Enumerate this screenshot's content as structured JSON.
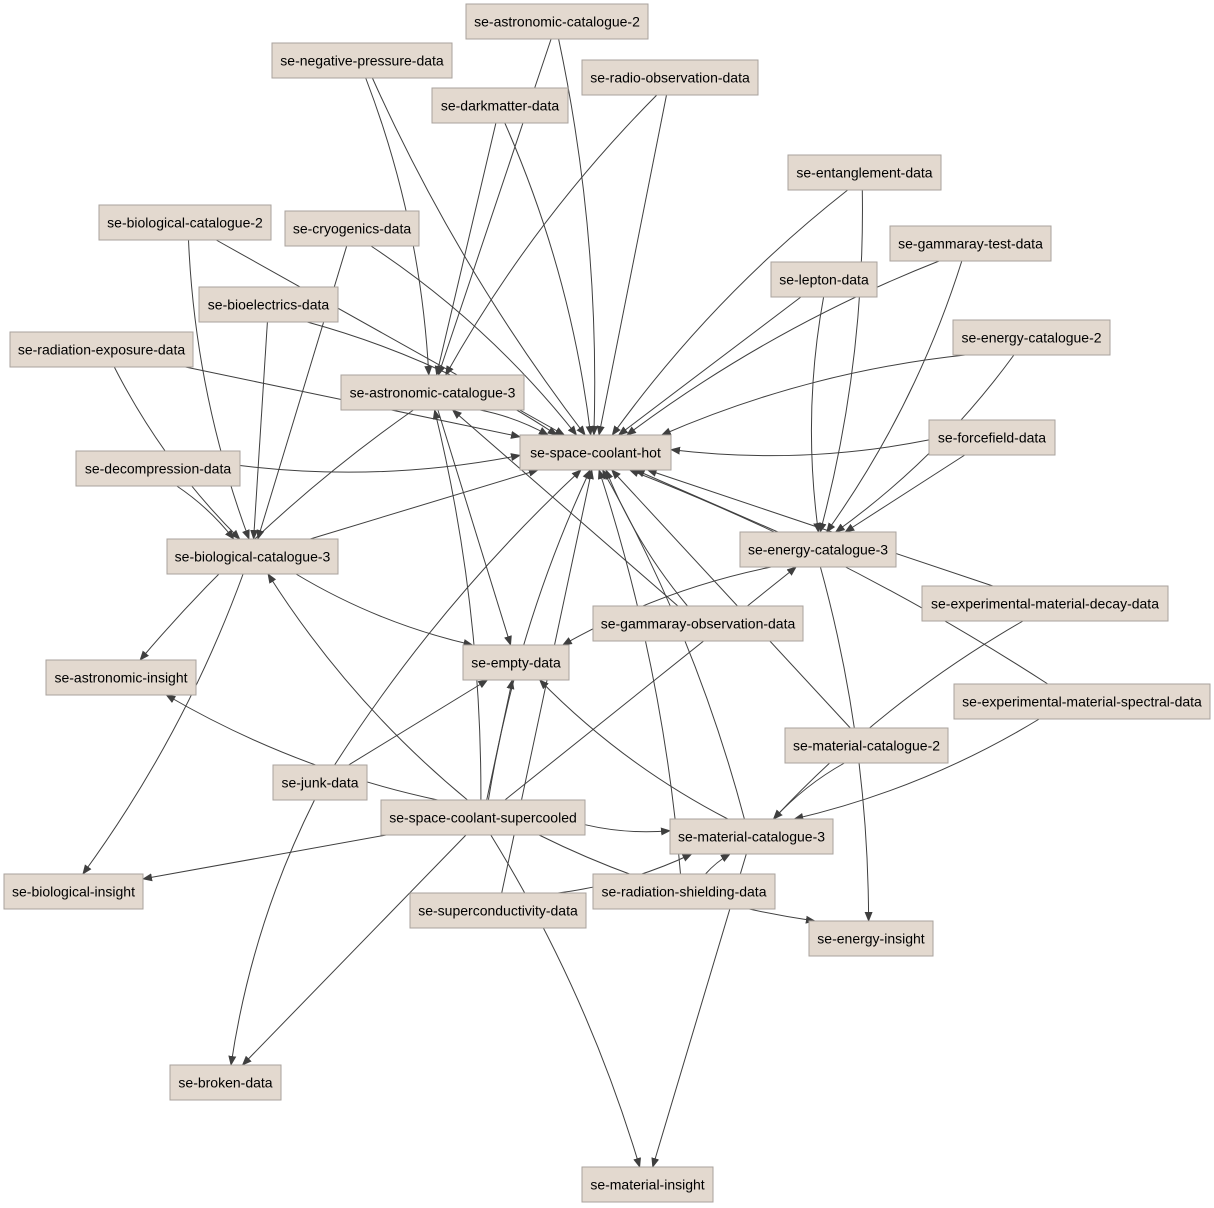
{
  "diagram": {
    "nodes": [
      {
        "id": "se-astronomic-catalogue-2",
        "label": "se-astronomic-catalogue-2"
      },
      {
        "id": "se-negative-pressure-data",
        "label": "se-negative-pressure-data"
      },
      {
        "id": "se-radio-observation-data",
        "label": "se-radio-observation-data"
      },
      {
        "id": "se-darkmatter-data",
        "label": "se-darkmatter-data"
      },
      {
        "id": "se-entanglement-data",
        "label": "se-entanglement-data"
      },
      {
        "id": "se-biological-catalogue-2",
        "label": "se-biological-catalogue-2"
      },
      {
        "id": "se-cryogenics-data",
        "label": "se-cryogenics-data"
      },
      {
        "id": "se-gammaray-test-data",
        "label": "se-gammaray-test-data"
      },
      {
        "id": "se-lepton-data",
        "label": "se-lepton-data"
      },
      {
        "id": "se-bioelectrics-data",
        "label": "se-bioelectrics-data"
      },
      {
        "id": "se-energy-catalogue-2",
        "label": "se-energy-catalogue-2"
      },
      {
        "id": "se-radiation-exposure-data",
        "label": "se-radiation-exposure-data"
      },
      {
        "id": "se-astronomic-catalogue-3",
        "label": "se-astronomic-catalogue-3"
      },
      {
        "id": "se-forcefield-data",
        "label": "se-forcefield-data"
      },
      {
        "id": "se-space-coolant-hot",
        "label": "se-space-coolant-hot"
      },
      {
        "id": "se-decompression-data",
        "label": "se-decompression-data"
      },
      {
        "id": "se-energy-catalogue-3",
        "label": "se-energy-catalogue-3"
      },
      {
        "id": "se-biological-catalogue-3",
        "label": "se-biological-catalogue-3"
      },
      {
        "id": "se-experimental-material-decay-data",
        "label": "se-experimental-material-decay-data"
      },
      {
        "id": "se-gammaray-observation-data",
        "label": "se-gammaray-observation-data"
      },
      {
        "id": "se-empty-data",
        "label": "se-empty-data"
      },
      {
        "id": "se-astronomic-insight",
        "label": "se-astronomic-insight"
      },
      {
        "id": "se-experimental-material-spectral-data",
        "label": "se-experimental-material-spectral-data"
      },
      {
        "id": "se-material-catalogue-2",
        "label": "se-material-catalogue-2"
      },
      {
        "id": "se-junk-data",
        "label": "se-junk-data"
      },
      {
        "id": "se-space-coolant-supercooled",
        "label": "se-space-coolant-supercooled"
      },
      {
        "id": "se-material-catalogue-3",
        "label": "se-material-catalogue-3"
      },
      {
        "id": "se-biological-insight",
        "label": "se-biological-insight"
      },
      {
        "id": "se-radiation-shielding-data",
        "label": "se-radiation-shielding-data"
      },
      {
        "id": "se-superconductivity-data",
        "label": "se-superconductivity-data"
      },
      {
        "id": "se-energy-insight",
        "label": "se-energy-insight"
      },
      {
        "id": "se-broken-data",
        "label": "se-broken-data"
      },
      {
        "id": "se-material-insight",
        "label": "se-material-insight"
      }
    ],
    "edges": [
      {
        "from": "se-astronomic-catalogue-2",
        "to": "se-space-coolant-hot"
      },
      {
        "from": "se-astronomic-catalogue-2",
        "to": "se-astronomic-catalogue-3"
      },
      {
        "from": "se-negative-pressure-data",
        "to": "se-space-coolant-hot"
      },
      {
        "from": "se-negative-pressure-data",
        "to": "se-astronomic-catalogue-3"
      },
      {
        "from": "se-radio-observation-data",
        "to": "se-space-coolant-hot"
      },
      {
        "from": "se-radio-observation-data",
        "to": "se-astronomic-catalogue-3"
      },
      {
        "from": "se-darkmatter-data",
        "to": "se-space-coolant-hot"
      },
      {
        "from": "se-darkmatter-data",
        "to": "se-astronomic-catalogue-3"
      },
      {
        "from": "se-entanglement-data",
        "to": "se-space-coolant-hot"
      },
      {
        "from": "se-entanglement-data",
        "to": "se-energy-catalogue-3"
      },
      {
        "from": "se-biological-catalogue-2",
        "to": "se-space-coolant-hot"
      },
      {
        "from": "se-biological-catalogue-2",
        "to": "se-biological-catalogue-3"
      },
      {
        "from": "se-cryogenics-data",
        "to": "se-space-coolant-hot"
      },
      {
        "from": "se-cryogenics-data",
        "to": "se-biological-catalogue-3"
      },
      {
        "from": "se-gammaray-test-data",
        "to": "se-space-coolant-hot"
      },
      {
        "from": "se-gammaray-test-data",
        "to": "se-energy-catalogue-3"
      },
      {
        "from": "se-lepton-data",
        "to": "se-space-coolant-hot"
      },
      {
        "from": "se-lepton-data",
        "to": "se-energy-catalogue-3"
      },
      {
        "from": "se-bioelectrics-data",
        "to": "se-space-coolant-hot"
      },
      {
        "from": "se-bioelectrics-data",
        "to": "se-biological-catalogue-3"
      },
      {
        "from": "se-energy-catalogue-2",
        "to": "se-space-coolant-hot"
      },
      {
        "from": "se-energy-catalogue-2",
        "to": "se-energy-catalogue-3"
      },
      {
        "from": "se-radiation-exposure-data",
        "to": "se-space-coolant-hot"
      },
      {
        "from": "se-radiation-exposure-data",
        "to": "se-biological-catalogue-3"
      },
      {
        "from": "se-astronomic-catalogue-3",
        "to": "se-space-coolant-hot"
      },
      {
        "from": "se-astronomic-catalogue-3",
        "to": "se-empty-data"
      },
      {
        "from": "se-astronomic-catalogue-3",
        "to": "se-astronomic-insight"
      },
      {
        "from": "se-forcefield-data",
        "to": "se-space-coolant-hot"
      },
      {
        "from": "se-forcefield-data",
        "to": "se-energy-catalogue-3"
      },
      {
        "from": "se-decompression-data",
        "to": "se-space-coolant-hot"
      },
      {
        "from": "se-decompression-data",
        "to": "se-biological-catalogue-3"
      },
      {
        "from": "se-energy-catalogue-3",
        "to": "se-space-coolant-hot"
      },
      {
        "from": "se-energy-catalogue-3",
        "to": "se-empty-data"
      },
      {
        "from": "se-energy-catalogue-3",
        "to": "se-energy-insight"
      },
      {
        "from": "se-biological-catalogue-3",
        "to": "se-space-coolant-hot"
      },
      {
        "from": "se-biological-catalogue-3",
        "to": "se-empty-data"
      },
      {
        "from": "se-biological-catalogue-3",
        "to": "se-biological-insight"
      },
      {
        "from": "se-experimental-material-decay-data",
        "to": "se-space-coolant-hot"
      },
      {
        "from": "se-experimental-material-decay-data",
        "to": "se-material-catalogue-3"
      },
      {
        "from": "se-gammaray-observation-data",
        "to": "se-space-coolant-hot"
      },
      {
        "from": "se-gammaray-observation-data",
        "to": "se-astronomic-catalogue-3"
      },
      {
        "from": "se-experimental-material-spectral-data",
        "to": "se-space-coolant-hot"
      },
      {
        "from": "se-experimental-material-spectral-data",
        "to": "se-material-catalogue-3"
      },
      {
        "from": "se-material-catalogue-2",
        "to": "se-space-coolant-hot"
      },
      {
        "from": "se-material-catalogue-2",
        "to": "se-material-catalogue-3"
      },
      {
        "from": "se-junk-data",
        "to": "se-space-coolant-hot"
      },
      {
        "from": "se-junk-data",
        "to": "se-empty-data"
      },
      {
        "from": "se-junk-data",
        "to": "se-broken-data"
      },
      {
        "from": "se-space-coolant-supercooled",
        "to": "se-space-coolant-hot"
      },
      {
        "from": "se-space-coolant-supercooled",
        "to": "se-empty-data"
      },
      {
        "from": "se-space-coolant-supercooled",
        "to": "se-astronomic-catalogue-3"
      },
      {
        "from": "se-space-coolant-supercooled",
        "to": "se-biological-catalogue-3"
      },
      {
        "from": "se-space-coolant-supercooled",
        "to": "se-energy-catalogue-3"
      },
      {
        "from": "se-space-coolant-supercooled",
        "to": "se-material-catalogue-3"
      },
      {
        "from": "se-space-coolant-supercooled",
        "to": "se-astronomic-insight"
      },
      {
        "from": "se-space-coolant-supercooled",
        "to": "se-biological-insight"
      },
      {
        "from": "se-space-coolant-supercooled",
        "to": "se-energy-insight"
      },
      {
        "from": "se-space-coolant-supercooled",
        "to": "se-material-insight"
      },
      {
        "from": "se-space-coolant-supercooled",
        "to": "se-broken-data"
      },
      {
        "from": "se-material-catalogue-3",
        "to": "se-space-coolant-hot"
      },
      {
        "from": "se-material-catalogue-3",
        "to": "se-empty-data"
      },
      {
        "from": "se-material-catalogue-3",
        "to": "se-material-insight"
      },
      {
        "from": "se-radiation-shielding-data",
        "to": "se-space-coolant-hot"
      },
      {
        "from": "se-radiation-shielding-data",
        "to": "se-material-catalogue-3"
      },
      {
        "from": "se-superconductivity-data",
        "to": "se-space-coolant-hot"
      },
      {
        "from": "se-superconductivity-data",
        "to": "se-material-catalogue-3"
      }
    ]
  }
}
